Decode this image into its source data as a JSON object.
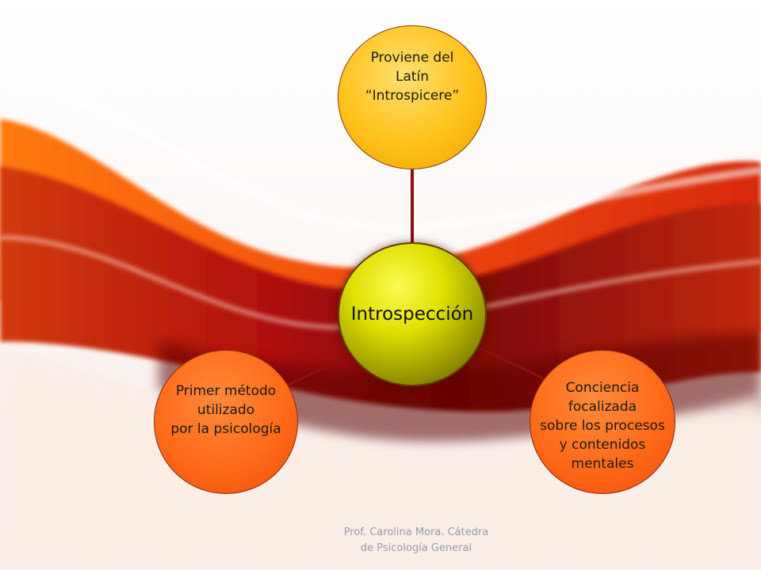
{
  "diagram": {
    "center": {
      "label": "Introspección"
    },
    "nodes": [
      {
        "id": "top",
        "label": "Proviene del\nLatín\n“Introspicere”"
      },
      {
        "id": "left",
        "label": "Primer método\nutilizado\npor la psicología"
      },
      {
        "id": "right",
        "label": "Conciencia\nfocalizada\nsobre los procesos\ny contenidos\nmentales"
      }
    ]
  },
  "footer": {
    "text": "Prof.  Carolina Mora.              Cátedra\nde Psicología General"
  },
  "colors": {
    "top_fill": "#ffc21a",
    "center_fill": "#e0e000",
    "side_fill": "#ff6a18",
    "connector": "#8a1010"
  }
}
